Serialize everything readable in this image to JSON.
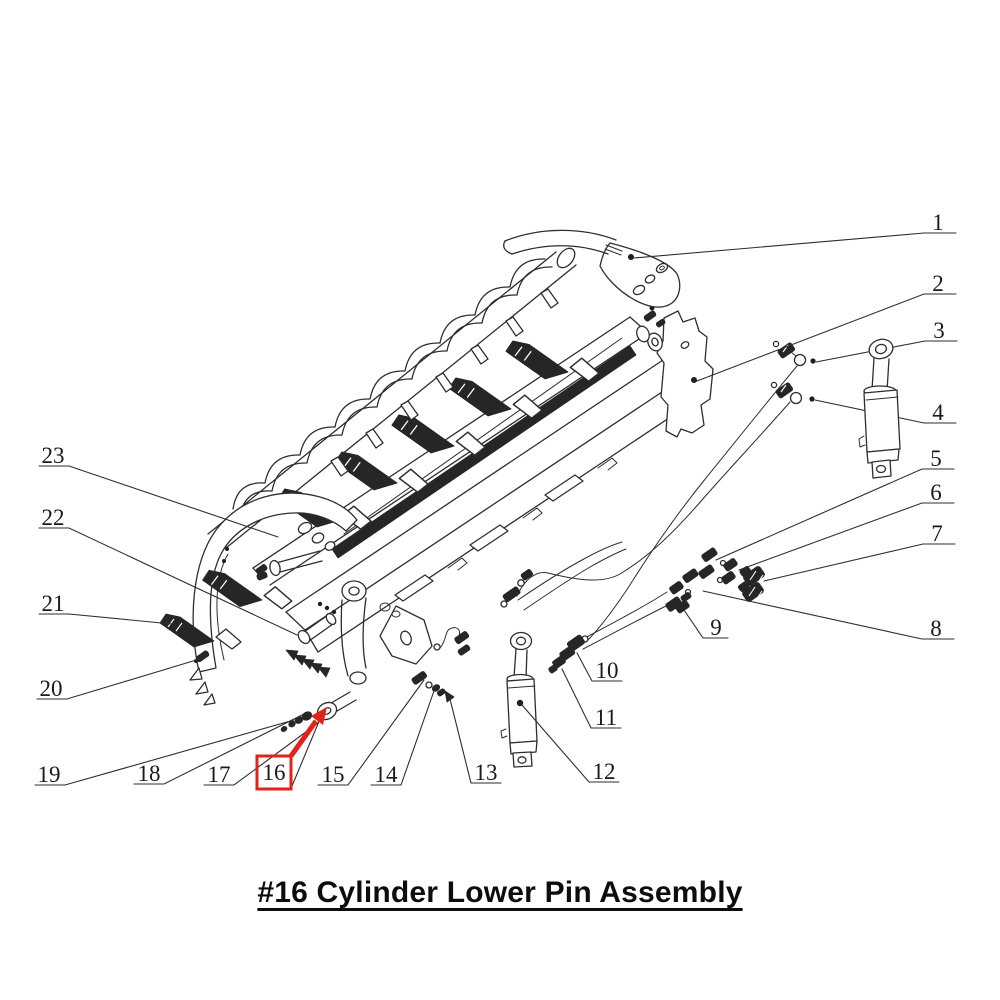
{
  "diagram": {
    "title": "#16 Cylinder Lower Pin Assembly",
    "highlighted_callout": "16",
    "colors": {
      "line": "#2e2e2e",
      "highlight": "#e2231a",
      "background": "#ffffff",
      "text": "#1a1a1a"
    },
    "callouts": {
      "c1": "1",
      "c2": "2",
      "c3": "3",
      "c4": "4",
      "c5": "5",
      "c6": "6",
      "c7": "7",
      "c8": "8",
      "c9": "9",
      "c10": "10",
      "c11": "11",
      "c12": "12",
      "c13": "13",
      "c14": "14",
      "c15": "15",
      "c16": "16",
      "c17": "17",
      "c18": "18",
      "c19": "19",
      "c20": "20",
      "c21": "21",
      "c22": "22",
      "c23": "23"
    }
  }
}
